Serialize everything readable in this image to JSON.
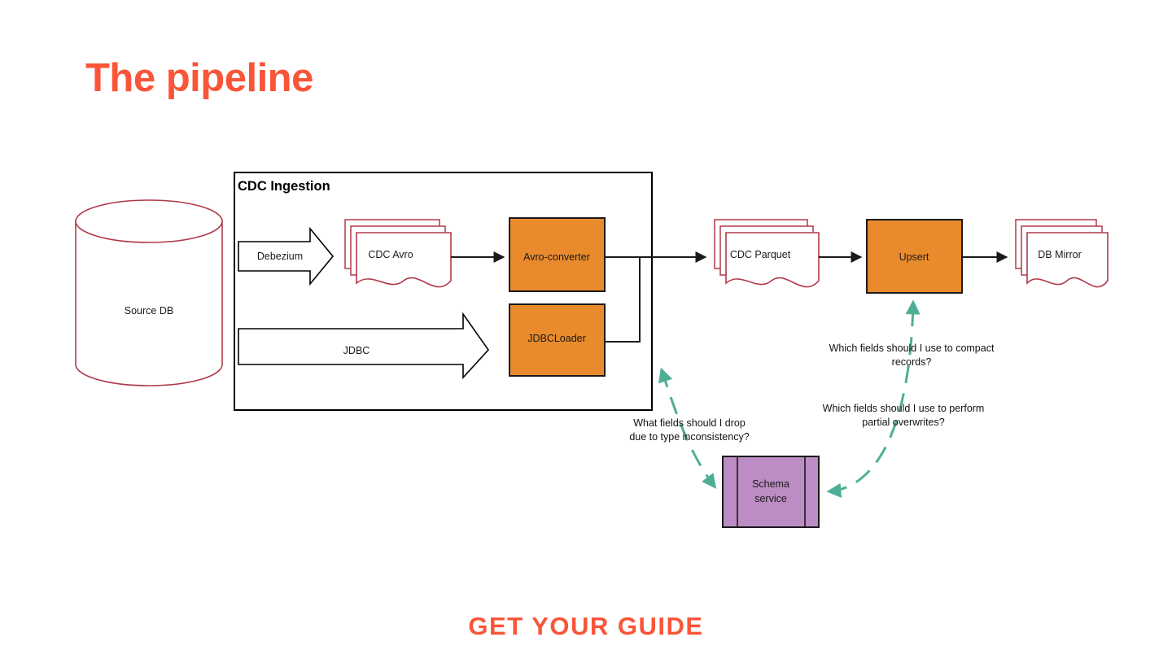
{
  "slide": {
    "title": "The pipeline",
    "footer_logo": "GET YOUR GUIDE",
    "accent_color": "#FA5539",
    "background": "#ffffff"
  },
  "diagram": {
    "type": "flowchart",
    "group": {
      "label": "CDC Ingestion"
    },
    "nodes": [
      {
        "id": "source-db",
        "label": "Source DB",
        "shape": "cylinder",
        "fill": "#ffffff",
        "stroke": "#B03A4A"
      },
      {
        "id": "cdc-avro",
        "label": "CDC Avro",
        "shape": "document-stack",
        "fill": "#ffffff",
        "stroke": "#B03A4A"
      },
      {
        "id": "avro-converter",
        "label": "Avro-converter",
        "shape": "rect",
        "fill": "#E98B2C",
        "stroke": "#1a1a1a"
      },
      {
        "id": "jdbc-loader",
        "label": "JDBCLoader",
        "shape": "rect",
        "fill": "#E98B2C",
        "stroke": "#1a1a1a"
      },
      {
        "id": "cdc-parquet",
        "label": "CDC Parquet",
        "shape": "document-stack",
        "fill": "#ffffff",
        "stroke": "#B03A4A"
      },
      {
        "id": "upsert",
        "label": "Upsert",
        "shape": "rect",
        "fill": "#E98B2C",
        "stroke": "#1a1a1a"
      },
      {
        "id": "db-mirror",
        "label": "DB Mirror",
        "shape": "document-stack",
        "fill": "#ffffff",
        "stroke": "#B03A4A"
      },
      {
        "id": "schema-service",
        "label": "Schema service",
        "label_line1": "Schema",
        "label_line2": "service",
        "shape": "component",
        "fill": "#BC8CC4",
        "stroke": "#1a1a1a"
      }
    ],
    "edge_labels": [
      {
        "id": "debezium",
        "label": "Debezium",
        "style": "block-arrow"
      },
      {
        "id": "jdbc",
        "label": "JDBC",
        "style": "block-arrow"
      }
    ],
    "annotations": [
      {
        "id": "annot-drop-fields",
        "line1": "What fields should I drop",
        "line2": "due to type inconsistency?",
        "connector_color": "#4FAF96"
      },
      {
        "id": "annot-compact-records",
        "line1": "Which fields should I use to compact",
        "line2": "records?",
        "connector_color": "#4FAF96"
      },
      {
        "id": "annot-partial-overwrites",
        "line1": "Which fields should I use to perform",
        "line2": "partial overwrites?",
        "connector_color": "#4FAF96"
      }
    ],
    "colors": {
      "process_orange": "#E98B2C",
      "doc_red": "#B03A4A",
      "schema_purple": "#BC8CC4",
      "connector_teal": "#4FAF96",
      "line_black": "#1a1a1a"
    }
  }
}
